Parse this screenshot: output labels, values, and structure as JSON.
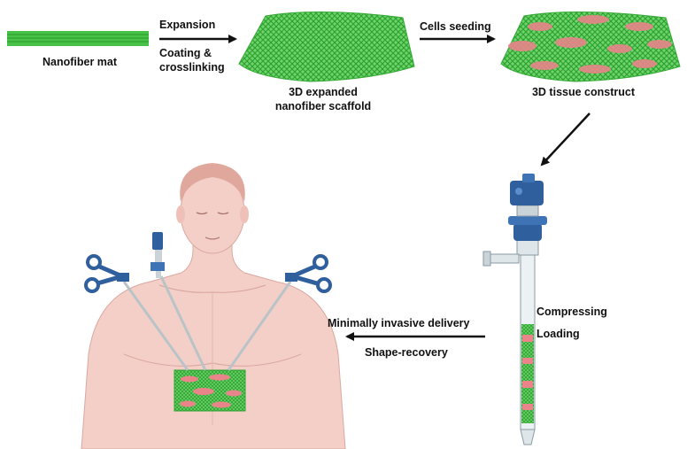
{
  "labels": {
    "nanofiber_mat": "Nanofiber mat",
    "expansion": "Expansion",
    "coating_line1": "Coating &",
    "coating_line2": "crosslinking",
    "scaffold_line1": "3D expanded",
    "scaffold_line2": "nanofiber scaffold",
    "cells_seeding": "Cells seeding",
    "tissue_construct": "3D tissue construct",
    "compressing": "Compressing",
    "loading": "Loading",
    "delivery": "Minimally invasive delivery",
    "shape_recovery": "Shape-recovery"
  },
  "colors": {
    "fiber_green": "#3fbf3f",
    "cell_pink": "#e8848a",
    "skin": "#f4cfc8",
    "hair": "#e0a79c",
    "device_blue": "#2f5f9c",
    "arrow": "#111111"
  }
}
